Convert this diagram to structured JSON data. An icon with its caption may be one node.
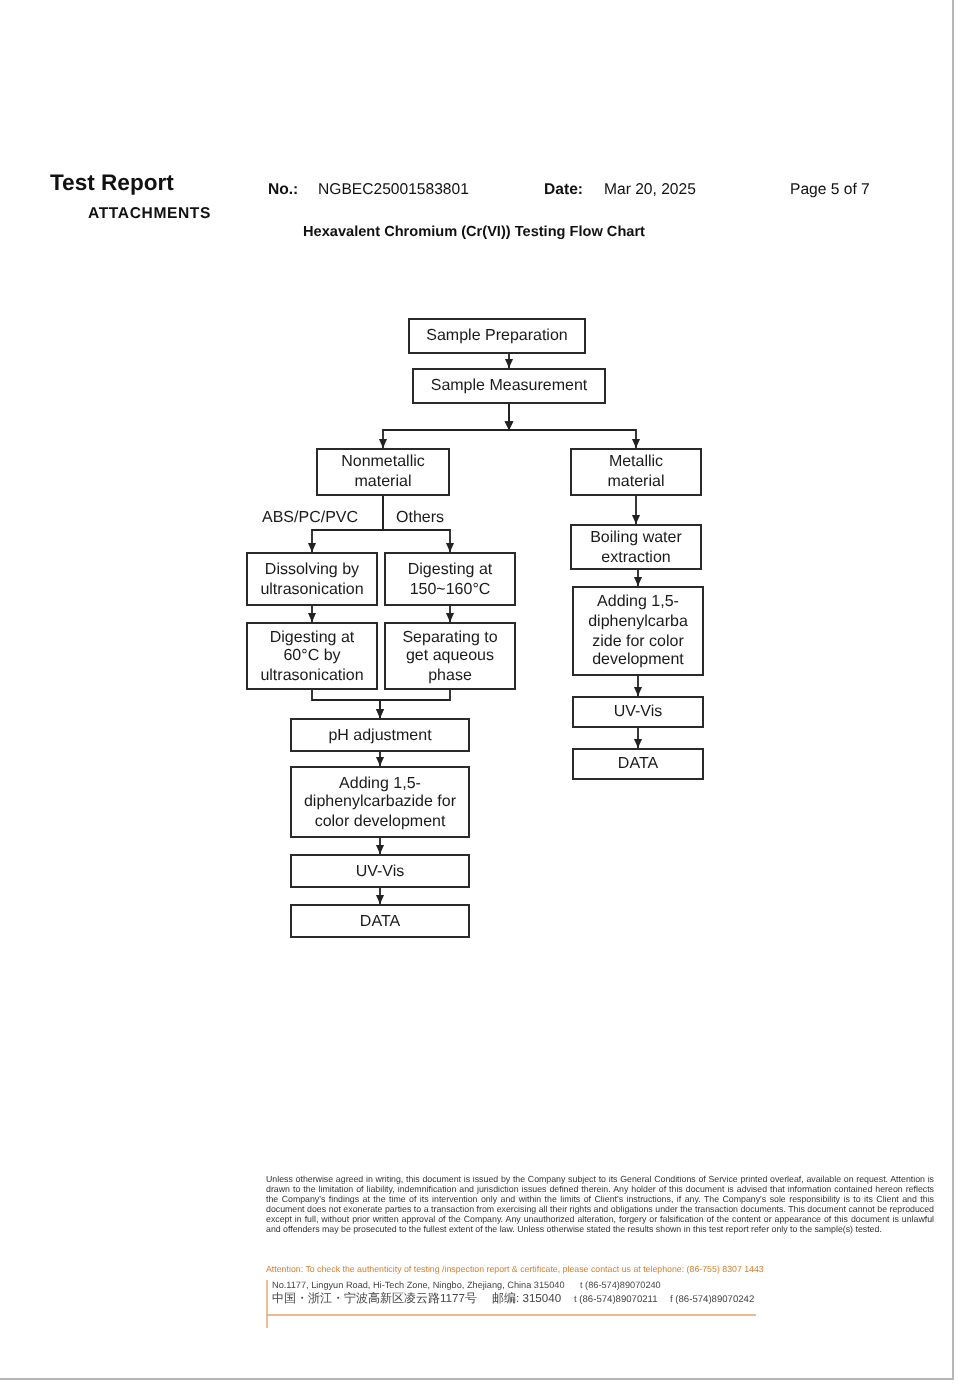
{
  "diagram": {
    "title": "Hexavalent Chromium (Cr(VI)) Testing Flow Chart",
    "nodes": [
      {
        "text": [
          "Sample Preparation"
        ]
      },
      {
        "text": [
          "Sample Measurement"
        ]
      },
      {
        "text": [
          "Nonmetallic material"
        ]
      },
      {
        "text": [
          "Dissolving by ultrasonication"
        ]
      },
      {
        "text": [
          "Digesting at 150~160°C"
        ]
      },
      {
        "text": [
          "Digesting at 60°C by ultrasonication"
        ]
      },
      {
        "text": [
          "Separating to get aqueous phase"
        ]
      },
      {
        "text": [
          "pH adjustment"
        ]
      },
      {
        "text": [
          "Adding 1,5- diphenylcarbazide for color development"
        ]
      },
      {
        "text": [
          "UV-Vis"
        ]
      },
      {
        "text": [
          "DATA"
        ]
      },
      {
        "text": [
          "Metallic material"
        ]
      },
      {
        "text": [
          "Boiling water extraction"
        ]
      },
      {
        "text": [
          "Adding 1,5- diphenylcarba zide for color development"
        ]
      },
      {
        "text": [
          "UV-Vis"
        ]
      },
      {
        "text": [
          "DATA"
        ]
      }
    ],
    "edges": [
      {
        "from": 0,
        "to": 1,
        "arrow": "to"
      },
      {
        "from": 1,
        "to": 2,
        "arrow": "to"
      },
      {
        "from": 1,
        "to": 11,
        "arrow": "to"
      },
      {
        "from": 2,
        "to": 3,
        "arrow": "to",
        "label": "ABS/PC/PVC"
      },
      {
        "from": 2,
        "to": 4,
        "arrow": "to",
        "label": "Others"
      },
      {
        "from": 3,
        "to": 5,
        "arrow": "to"
      },
      {
        "from": 4,
        "to": 6,
        "arrow": "to"
      },
      {
        "from": 5,
        "to": 7,
        "arrow": "to"
      },
      {
        "from": 6,
        "to": 7,
        "arrow": "to"
      },
      {
        "from": 7,
        "to": 8,
        "arrow": "to"
      },
      {
        "from": 8,
        "to": 9,
        "arrow": "to"
      },
      {
        "from": 9,
        "to": 10,
        "arrow": "to"
      },
      {
        "from": 11,
        "to": 12,
        "arrow": "to"
      },
      {
        "from": 12,
        "to": 13,
        "arrow": "to"
      },
      {
        "from": 13,
        "to": 14,
        "arrow": "to"
      },
      {
        "from": 14,
        "to": 15,
        "arrow": "to"
      }
    ],
    "labels": [
      "Test Report",
      "ATTACHMENTS",
      "No.:",
      "NGBEC25001583801",
      "Date:",
      "Mar 20, 2025",
      "Page 5 of 7",
      "Unless otherwise agreed in writing, this document is issued by the Company subject to its General Conditions of Service printed overleaf, available on request. Attention is drawn to the limitation of liability, indemnification and jurisdiction issues defined therein. Any holder of this document is advised that information contained hereon reflects the Company's findings at the time of its intervention only and within the limits of Client's instructions, if any. The Company's sole responsibility is to its Client and this document does not exonerate parties to a transaction from exercising all their rights and obligations under the transaction documents. This document cannot be reproduced except in full, without prior written approval of the Company. Any unauthorized alteration, forgery or falsification of the content or appearance of this document is unlawful and offenders may be prosecuted to the fullest extent of the law. Unless otherwise stated the results shown in this test report refer only to the sample(s) tested.",
      "Attention: To check the authenticity of testing /inspection report & certificate, please contact us at telephone: (86-755) 8307 1443",
      "No.1177, Lingyun Road, Hi-Tech Zone, Ningbo, Zhejiang, China 315040",
      "t (86-574)89070240",
      "中国・浙江・宁波高新区凌云路1177号",
      "邮编: 315040",
      "t (86-574)89070211",
      "f (86-574)89070242"
    ]
  }
}
